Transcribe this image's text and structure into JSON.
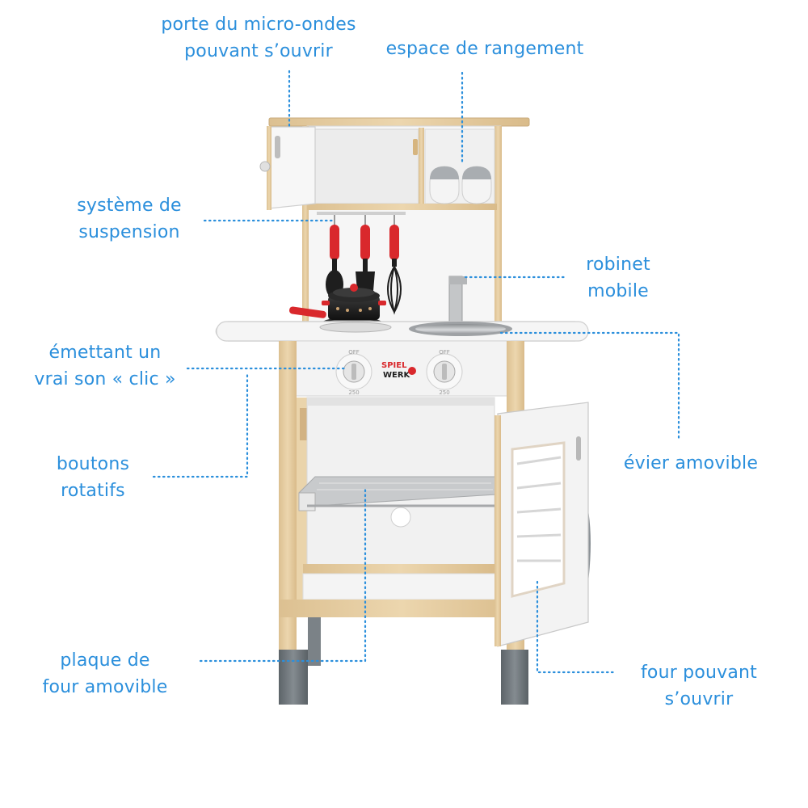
{
  "colors": {
    "label_blue": "#2b8fdc",
    "pine_wood": "#e6cfa6",
    "white_panel": "#f4f4f4",
    "leg_grey": "#6f767b",
    "utensil_red": "#d9282c",
    "utensil_black": "#1e1e1e"
  },
  "brand": {
    "line1": "SPIEL",
    "line2": "WERK"
  },
  "knob_marks": {
    "off": "OFF",
    "max": "250"
  },
  "callouts": {
    "microwave_door": {
      "line1": "porte du micro-ondes",
      "line2": "pouvant s’ouvrir"
    },
    "storage_space": {
      "line1": "espace de rangement"
    },
    "hanging_system": {
      "line1": "système de",
      "line2": "suspension"
    },
    "movable_faucet": {
      "line1": "robinet",
      "line2": "mobile"
    },
    "click_sound": {
      "line1": "émettant un",
      "line2": "vrai son « clic »"
    },
    "removable_sink": {
      "line1": "évier amovible"
    },
    "rotary_knobs": {
      "line1": "boutons",
      "line2": "rotatifs"
    },
    "removable_tray": {
      "line1": "plaque de",
      "line2": "four amovible"
    },
    "opening_oven": {
      "line1": "four pouvant",
      "line2": "s’ouvrir"
    }
  }
}
